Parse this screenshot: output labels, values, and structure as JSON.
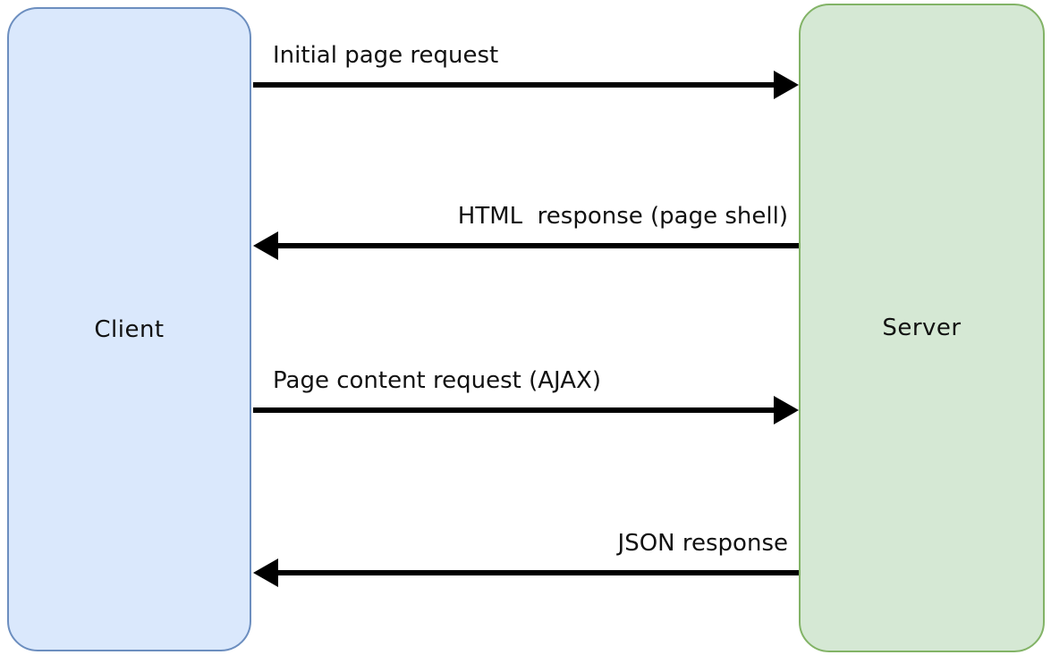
{
  "diagram": {
    "nodes": {
      "client": {
        "label": "Client",
        "fill": "#dae8fc",
        "border": "#6c8ebf"
      },
      "server": {
        "label": "Server",
        "fill": "#d5e8d4",
        "border": "#82b366"
      }
    },
    "messages": [
      {
        "label": "Initial page request",
        "direction": "right",
        "from": "Client",
        "to": "Server"
      },
      {
        "label": "HTML  response (page shell)",
        "direction": "left",
        "from": "Server",
        "to": "Client"
      },
      {
        "label": "Page content request (AJAX)",
        "direction": "right",
        "from": "Client",
        "to": "Server"
      },
      {
        "label": "JSON response",
        "direction": "left",
        "from": "Server",
        "to": "Client"
      }
    ],
    "arrow_color": "#000000",
    "background": "#ffffff"
  }
}
